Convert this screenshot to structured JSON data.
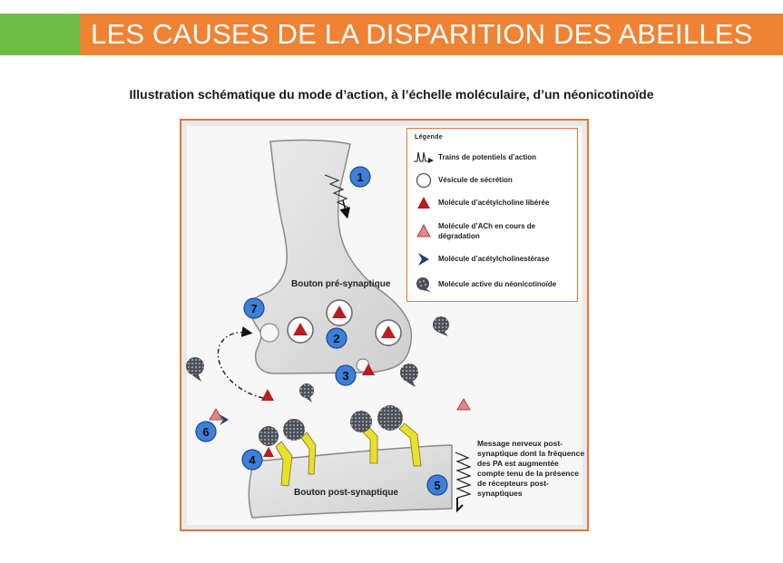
{
  "header": {
    "title": "LES CAUSES DE LA DISPARITION DES ABEILLES"
  },
  "figure": {
    "subtitle": "Illustration schématique du mode d’action, à l’échelle moléculaire, d’un néonicotinoïde",
    "labels": {
      "presynaptic": "Bouton pré-synaptique",
      "postsynaptic": "Bouton post-synaptique"
    },
    "note": "Message nerveux post-synaptique dont la fréquence des PA est augmentée compte tenu de la présence de récepteurs post-synaptiques",
    "steps": [
      "1",
      "2",
      "3",
      "4",
      "5",
      "6",
      "7"
    ]
  },
  "legend": {
    "title": "Légende",
    "items": [
      {
        "icon": "action-potential-train-icon",
        "text": "Trains de potentiels d’action"
      },
      {
        "icon": "secretion-vesicle-icon",
        "text": "Vésicule de sécrétion"
      },
      {
        "icon": "acetylcholine-released-icon",
        "text": "Molécule d’acétylcholine libérée"
      },
      {
        "icon": "ach-degrading-icon",
        "text": "Molécule d’ACh en cours de dégradation"
      },
      {
        "icon": "acetylcholinesterase-icon",
        "text": "Molécule d’acétylcholinestérase"
      },
      {
        "icon": "neonicotinoid-molecule-icon",
        "text": "Molécule active du néonicotinoïde"
      }
    ]
  },
  "colors": {
    "header_green": "#6fbe44",
    "header_orange": "#f08233",
    "frame_border": "#e8743a",
    "step_badge": "#3d7fd9",
    "acetylcholine": "#b81e1e",
    "receptor": "#e8e02a"
  }
}
